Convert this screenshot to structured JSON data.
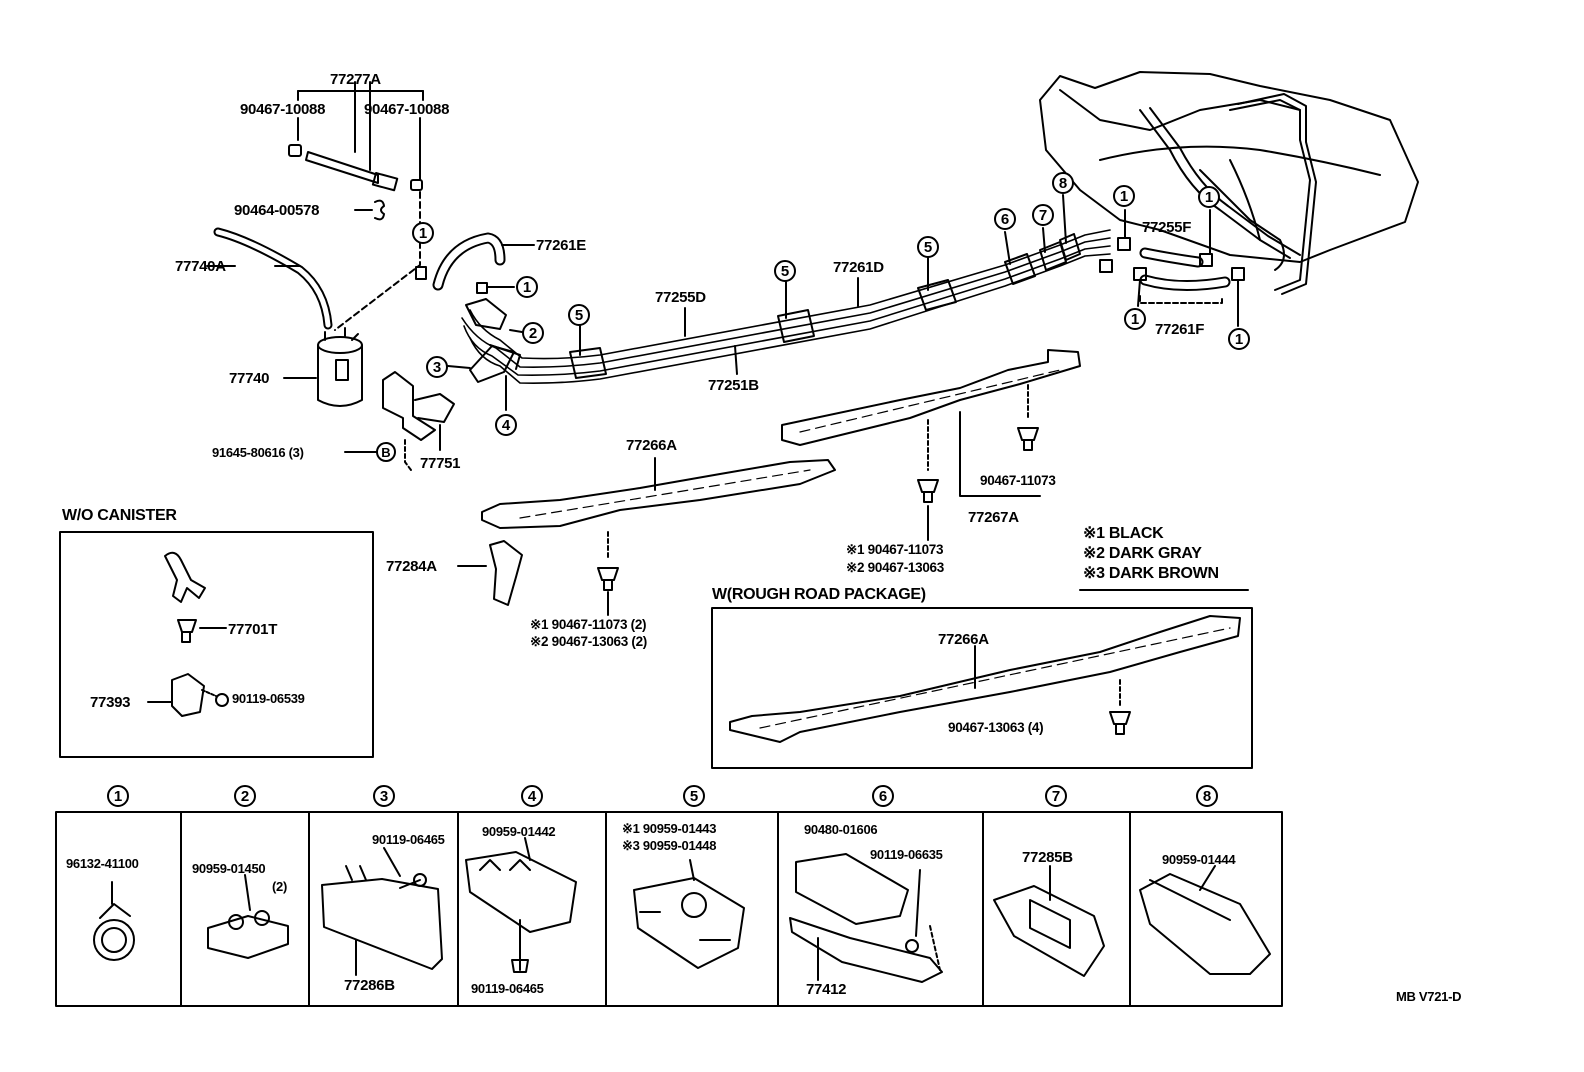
{
  "labels": {
    "p77277A": "77277A",
    "p90467_10088_l": "90467-10088",
    "p90467_10088_r": "90467-10088",
    "p90464_00578": "90464-00578",
    "p77740A": "77740A",
    "p77261E": "77261E",
    "p77740": "77740",
    "p91645_80616": "91645-80616 (3)",
    "pB": "B",
    "p77751": "77751",
    "p77255D": "77255D",
    "p77251B": "77251B",
    "p77261D": "77261D",
    "p77255F": "77255F",
    "p77261F": "77261F",
    "p77266A": "77266A",
    "p77284A": "77284A",
    "p90467_11073_a": "90467-11073",
    "p77267A": "77267A",
    "n1_11073": "※1 90467-11073",
    "n2_13063": "※2 90467-13063",
    "n1_11073_2": "※1 90467-11073 (2)",
    "n2_13063_2": "※2 90467-13063 (2)",
    "legend1": "※1 BLACK",
    "legend2": "※2 DARK GRAY",
    "legend3": "※3 DARK BROWN",
    "rough_title": "W(ROUGH ROAD PACKAGE)",
    "rough_77266A": "77266A",
    "rough_13063": "90467-13063 (4)",
    "wo_title": "W/O CANISTER",
    "p77701T": "77701T",
    "p77393": "77393",
    "p90119_06539": "90119-06539",
    "c1_96132": "96132-41100",
    "c2_90959": "90959-01450",
    "c2_qty": "(2)",
    "c3_90119": "90119-06465",
    "c3_77286B": "77286B",
    "c4_90959": "90959-01442",
    "c4_90119": "90119-06465",
    "c5_l1": "※1 90959-01443",
    "c5_l2": "※3 90959-01448",
    "c6_90480": "90480-01606",
    "c6_90119": "90119-06635",
    "c6_77412": "77412",
    "c7_77285B": "77285B",
    "c8_90959": "90959-01444",
    "code": "MB V721-D"
  },
  "callouts": {
    "one": "1",
    "two": "2",
    "three": "3",
    "four": "4",
    "five": "5",
    "six": "6",
    "seven": "7",
    "eight": "8"
  },
  "colors": {
    "ink": "#000000",
    "paper": "#ffffff"
  }
}
